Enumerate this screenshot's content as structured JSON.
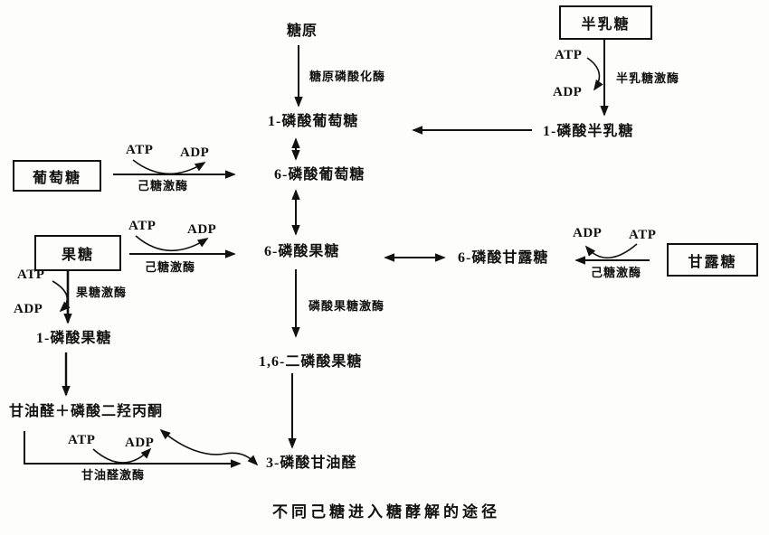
{
  "title": "不同己糖进入糖酵解的途径",
  "boxes": {
    "galactose": "半乳糖",
    "glucose": "葡萄糖",
    "fructose": "果糖",
    "mannose": "甘露糖"
  },
  "metabolites": {
    "glycogen": "糖原",
    "glucose_1_phosphate": "1-磷酸葡萄糖",
    "galactose_1_phosphate": "1-磷酸半乳糖",
    "glucose_6_phosphate": "6-磷酸葡萄糖",
    "fructose_6_phosphate": "6-磷酸果糖",
    "mannose_6_phosphate": "6-磷酸甘露糖",
    "fructose_1_phosphate": "1-磷酸果糖",
    "glyceraldehyde_plus_dhap": "甘油醛＋磷酸二羟丙酮",
    "fructose_1_6_bisphosphate": "1,6-二磷酸果糖",
    "glyceraldehyde_3_phosphate": "3-磷酸甘油醛"
  },
  "enzymes": {
    "glycogen_phosphorylase": "糖原磷酸化酶",
    "galactokinase": "半乳糖激酶",
    "hexokinase": "己糖激酶",
    "fructokinase": "果糖激酶",
    "phosphofructokinase": "磷酸果糖激酶",
    "glyceraldehyde_kinase": "甘油醛激酶"
  },
  "cofactors": {
    "atp": "ATP",
    "adp": "ADP"
  },
  "ink_color": "#111111"
}
